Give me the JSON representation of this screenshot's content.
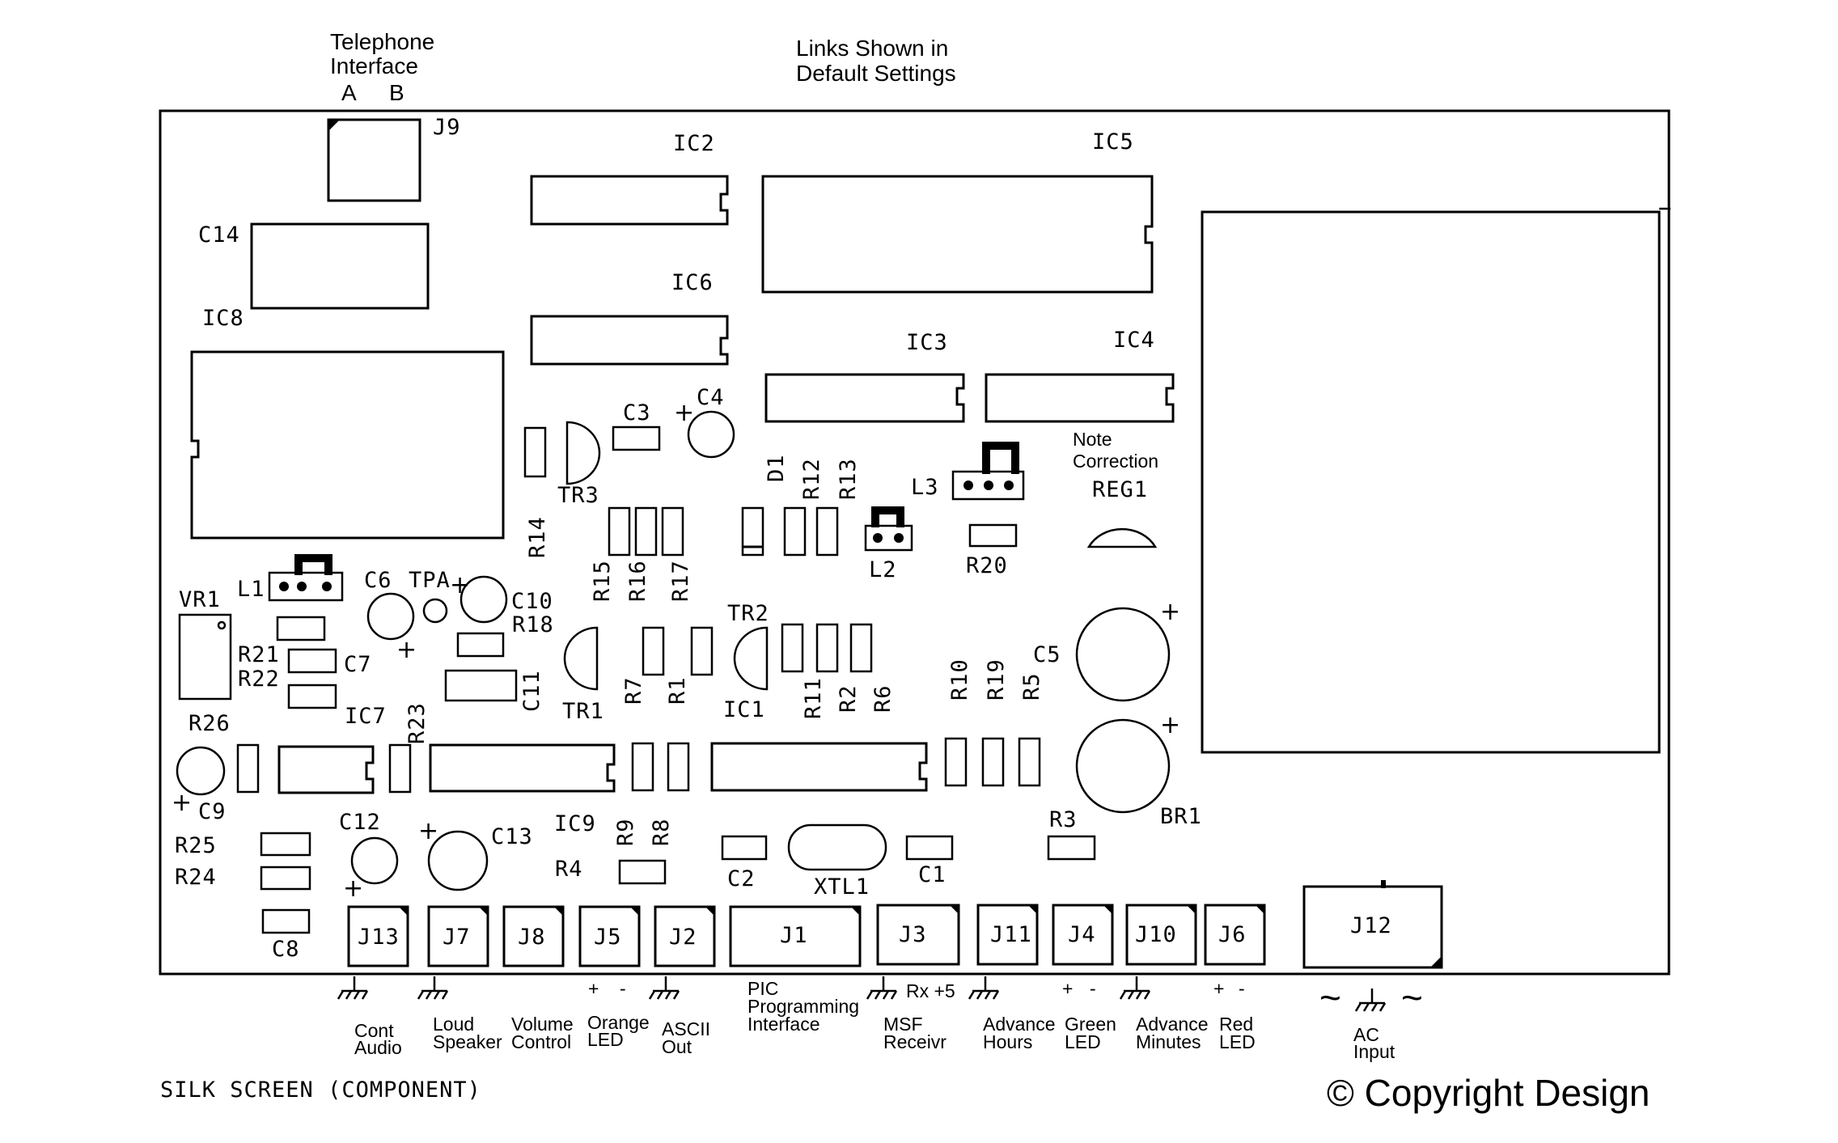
{
  "header": {
    "telephone": [
      "Telephone",
      "Interface"
    ],
    "tel_a": "A",
    "tel_b": "B",
    "links": [
      "Links Shown in",
      "Default Settings"
    ]
  },
  "labels": {
    "J9": "J9",
    "IC2": "IC2",
    "IC5": "IC5",
    "IC6": "IC6",
    "IC3": "IC3",
    "IC4": "IC4",
    "C14": "C14",
    "IC8": "IC8",
    "C3": "C3",
    "C4": "C4",
    "TR3": "TR3",
    "D1": "D1",
    "R12": "R12",
    "R13": "R13",
    "R14": "R14",
    "L3": "L3",
    "L2": "L2",
    "REG1": "REG1",
    "R20": "R20",
    "R15": "R15",
    "R16": "R16",
    "R17": "R17",
    "L1": "L1",
    "C6": "C6",
    "TPA": "TPA",
    "C10": "C10",
    "R18": "R18",
    "VR1": "VR1",
    "R21": "R21",
    "C7": "C7",
    "R22": "R22",
    "IC7": "IC7",
    "R23": "R23",
    "C11": "C11",
    "TR1": "TR1",
    "R7": "R7",
    "R1": "R1",
    "TR2": "TR2",
    "IC1": "IC1",
    "R11": "R11",
    "R2": "R2",
    "R6": "R6",
    "R10": "R10",
    "R19": "R19",
    "R5": "R5",
    "C5": "C5",
    "R26": "R26",
    "C9": "C9",
    "BR1": "BR1",
    "C12": "C12",
    "C13": "C13",
    "IC9": "IC9",
    "R9": "R9",
    "R8": "R8",
    "R3": "R3",
    "R25": "R25",
    "R24": "R24",
    "R4": "R4",
    "C2": "C2",
    "XTL1": "XTL1",
    "C1": "C1",
    "C8": "C8",
    "J13": "J13",
    "J7": "J7",
    "J8": "J8",
    "J5": "J5",
    "J2": "J2",
    "J1": "J1",
    "J3": "J3",
    "J11": "J11",
    "J4": "J4",
    "J10": "J10",
    "J6": "J6",
    "J12": "J12"
  },
  "notes": {
    "note_correction": [
      "Note",
      "Correction"
    ]
  },
  "polarity": {
    "plus": "+",
    "minus": "-",
    "tilde": "~",
    "rx5": "Rx +5"
  },
  "connectors": {
    "cont_audio": [
      "Cont",
      "Audio"
    ],
    "loud_speaker": [
      "Loud",
      "Speaker"
    ],
    "volume_control": [
      "Volume",
      "Control"
    ],
    "orange_led": [
      "Orange",
      "LED"
    ],
    "ascii_out": [
      "ASCII",
      "Out"
    ],
    "pic_programming": [
      "PIC",
      "Programming",
      "Interface"
    ],
    "msf_receivr": [
      "MSF",
      "Receivr"
    ],
    "advance_hours": [
      "Advance",
      "Hours"
    ],
    "green_led": [
      "Green",
      "LED"
    ],
    "advance_minutes": [
      "Advance",
      "Minutes"
    ],
    "red_led": [
      "Red",
      "LED"
    ],
    "ac_input": [
      "AC",
      "Input"
    ]
  },
  "footer": {
    "silk": "SILK SCREEN (COMPONENT)",
    "copyright": "© Copyright Design"
  }
}
